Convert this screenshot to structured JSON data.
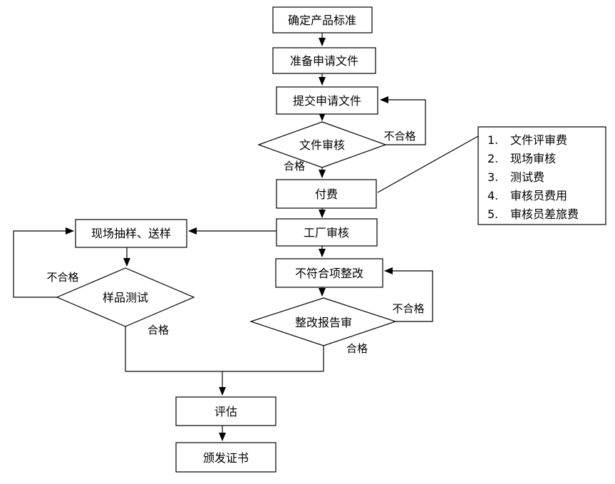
{
  "nodes": {
    "determine_product_standard": "确定产品标准",
    "prepare_application_documents": "准备申请文件",
    "submit_application_documents": "提交申请文件",
    "document_review": "文件审核",
    "payment": "付费",
    "factory_audit": "工厂审核",
    "nonconformity_rectification": "不符合项整改",
    "rectification_report_review": "整改报告审",
    "onsite_sampling_delivery": "现场抽样、送样",
    "sample_testing": "样品测试",
    "evaluation": "评估",
    "issue_certificate": "颁发证书"
  },
  "edge_labels": {
    "document_review_fail": "不合格",
    "document_review_pass": "合格",
    "sample_testing_fail": "不合格",
    "sample_testing_pass": "合格",
    "rectification_review_fail": "不合格",
    "rectification_review_pass": "合格"
  },
  "fee_box": {
    "items": [
      {
        "num": "1.",
        "label": "文件评审费"
      },
      {
        "num": "2.",
        "label": "现场审核"
      },
      {
        "num": "3.",
        "label": "测试费"
      },
      {
        "num": "4.",
        "label": "审核员费用"
      },
      {
        "num": "5.",
        "label": "审核员差旅费"
      }
    ]
  },
  "colors": {
    "background": "#ffffff",
    "line": "#000000",
    "text": "#000000"
  }
}
